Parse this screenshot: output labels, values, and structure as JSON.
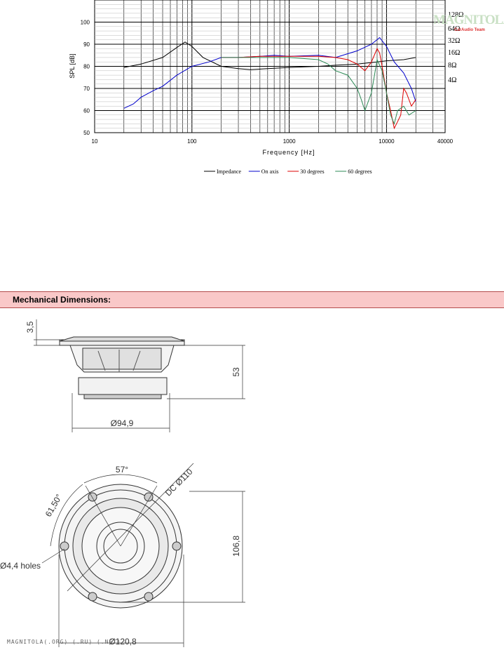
{
  "chart_data": {
    "type": "line",
    "xlabel": "Frequency [Hz]",
    "ylabel": "SPL [dB]",
    "xscale": "log",
    "xlim": [
      10,
      40000
    ],
    "ylim": [
      50,
      110
    ],
    "x_ticks": [
      "10",
      "100",
      "1000",
      "10000",
      "40000"
    ],
    "y_ticks": [
      "50",
      "60",
      "70",
      "80",
      "90",
      "100"
    ],
    "y2_ticks": [
      "4",
      "8",
      "16",
      "32",
      "64",
      "128"
    ],
    "y2_unit": "Ω",
    "grid": true,
    "legend_position": "bottom",
    "series": [
      {
        "name": "Impedance",
        "color": "#000000",
        "x": [
          20,
          30,
          50,
          70,
          85,
          100,
          130,
          200,
          300,
          400,
          600,
          1000,
          2000,
          3000,
          5000,
          8000,
          10000,
          15000,
          20000
        ],
        "y": [
          79.5,
          81,
          84,
          88.5,
          91,
          89,
          84,
          80,
          79,
          78.5,
          79,
          79.5,
          80,
          80.5,
          81,
          82,
          82.5,
          83,
          84
        ]
      },
      {
        "name": "On axis",
        "color": "#0000cc",
        "x": [
          20,
          25,
          30,
          40,
          50,
          70,
          100,
          150,
          200,
          300,
          500,
          700,
          1000,
          2000,
          3000,
          5000,
          7000,
          8500,
          10000,
          12000,
          15000,
          18000,
          20000
        ],
        "y": [
          61,
          63,
          66,
          69,
          71,
          76,
          80,
          82,
          84,
          84,
          84.5,
          85,
          84.5,
          85,
          84,
          87,
          90,
          93,
          89,
          82,
          77,
          70,
          64
        ]
      },
      {
        "name": "30 degrees",
        "color": "#dd0000",
        "x": [
          200,
          300,
          500,
          1000,
          2000,
          3000,
          4000,
          5000,
          6000,
          7000,
          8000,
          8500,
          9000,
          10000,
          11000,
          12000,
          13000,
          14000,
          15000,
          16000,
          18000,
          20000
        ],
        "y": [
          84,
          84,
          84.5,
          84.5,
          84.5,
          84,
          83,
          81,
          78,
          82,
          88,
          86,
          80,
          68,
          60,
          52,
          55,
          58,
          70,
          68,
          62,
          65
        ]
      },
      {
        "name": "60 degrees",
        "color": "#2e8b57",
        "x": [
          200,
          300,
          500,
          1000,
          2000,
          2500,
          3000,
          4000,
          5000,
          5500,
          6000,
          7000,
          8000,
          9000,
          10000,
          11000,
          12000,
          13000,
          15000,
          17000,
          20000
        ],
        "y": [
          84,
          84,
          84,
          84,
          83,
          81,
          78,
          76,
          70,
          65,
          60,
          68,
          83,
          78,
          68,
          58,
          54,
          60,
          62,
          58,
          60
        ]
      }
    ]
  },
  "logo": {
    "brand": "MAGNITOLA",
    "sub": "CarAudio Team"
  },
  "section": {
    "title": "Mechanical Dimensions:"
  },
  "dimensions": {
    "flange_thickness": "3,5",
    "depth": "53",
    "magnet_diameter": "Ø94,9",
    "bolt_angle": "57°",
    "bolt_angle_2": "61,50°",
    "dc_diameter": "DC Ø110",
    "hole_label": "Ø4,4 holes",
    "height": "106,8",
    "outer_diameter": "Ø120,8"
  },
  "footer": {
    "watermark": "MAGNITOLA(.ORG) (.RU) (.NET)"
  }
}
